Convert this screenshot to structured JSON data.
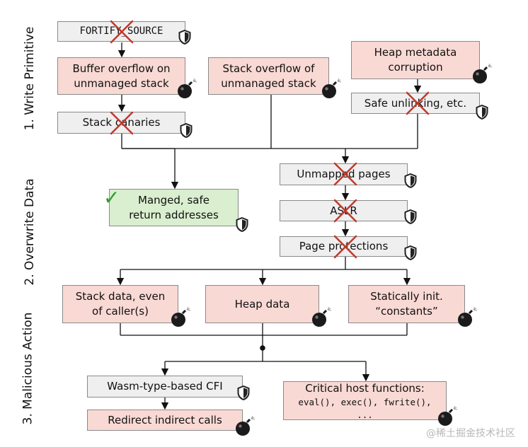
{
  "sections": {
    "write_primitive": "1. Write Primitive",
    "overwrite_data": "2. Overwrite Data",
    "malicious_action": "3. Malicious\nAction"
  },
  "nodes": {
    "fortify_source": "FORTIFY_SOURCE",
    "buffer_overflow": "Buffer overflow on\nunmanaged stack",
    "stack_overflow": "Stack overflow of\nunmanaged stack",
    "heap_metadata": "Heap metadata\ncorruption",
    "safe_unlinking": "Safe unlinking, etc.",
    "stack_canaries": "Stack canaries",
    "unmapped_pages": "Unmapped pages",
    "managed_return": "Manged, safe\nreturn addresses",
    "aslr": "ASLR",
    "page_protections": "Page protections",
    "stack_data": "Stack data, even\nof caller(s)",
    "heap_data": "Heap data",
    "static_constants": "Statically init.\n“constants”",
    "wasm_cfi": "Wasm-type-based CFI",
    "redirect_calls": "Redirect indirect calls",
    "critical_host": "Critical host functions:",
    "critical_host_sub": "eval(), exec(), fwrite(), ..."
  },
  "icons": {
    "defense": "shield-icon",
    "attack": "bomb-icon",
    "bypassed": "red-x-icon",
    "effective": "checkmark-icon"
  },
  "colors": {
    "attack_box": "#f9d9d4",
    "defense_box": "#efefef",
    "safe_box": "#d9efcf",
    "cross": "#c0392b",
    "check": "#2f9a2f"
  },
  "watermark": "@稀土掘金技术社区"
}
